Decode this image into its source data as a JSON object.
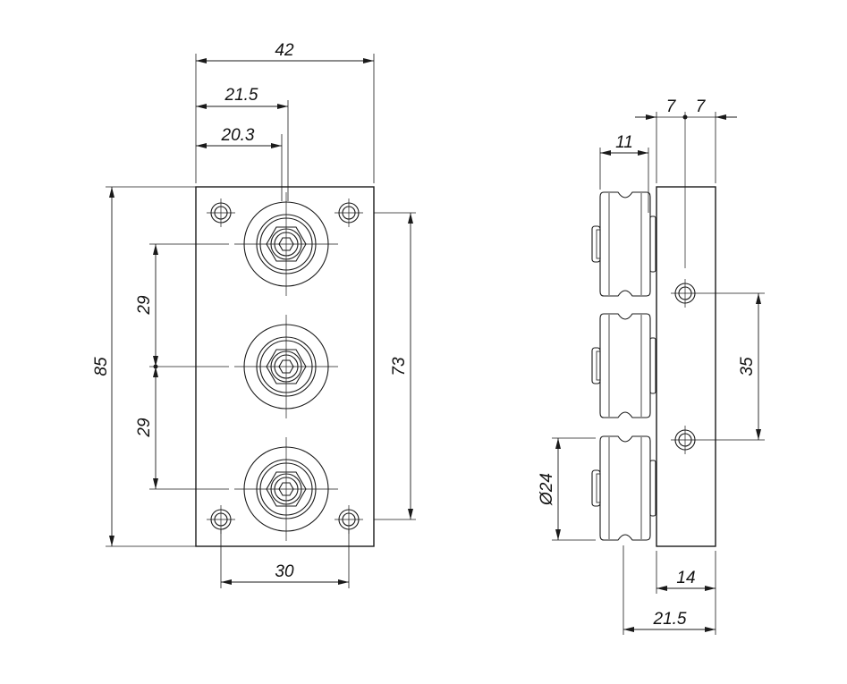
{
  "front_view": {
    "dims": {
      "overall_width": "42",
      "wheel_center_offset": "21.5",
      "center_line_offset": "20.3",
      "overall_height": "85",
      "wheel_pitch_upper": "29",
      "wheel_pitch_lower": "29",
      "hole_spacing_vertical": "73",
      "hole_spacing_horizontal": "30"
    }
  },
  "side_view": {
    "dims": {
      "half_a": "7",
      "half_b": "7",
      "wheel_width": "11",
      "hole_spacing": "35",
      "wheel_diameter": "Ø24",
      "plate_thickness": "14",
      "overall_depth": "21.5"
    }
  }
}
